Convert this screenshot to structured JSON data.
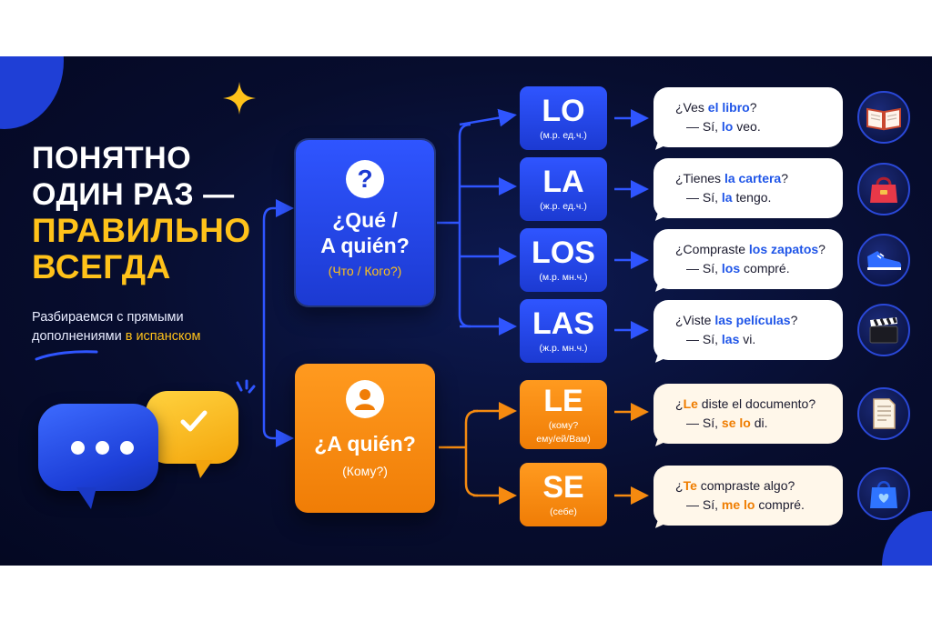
{
  "colors": {
    "background": "#070d2e",
    "accent_blue": "#2f55ff",
    "accent_orange": "#f58a10",
    "highlight_yellow": "#ffc21a"
  },
  "header": {
    "line1": "ПОНЯТНО",
    "line2": "ОДИН РАЗ —",
    "line3": "ПРАВИЛЬНО",
    "line4": "ВСЕГДА"
  },
  "subtitle": {
    "line1": "Разбираемся с прямыми",
    "line2_plain": "дополнениями",
    "line2_accent": "в испанском"
  },
  "direct_question": {
    "icon": "question-icon",
    "title_line1": "¿Qué /",
    "title_line2": "A quién?",
    "subtitle": "(Что / Кого?)"
  },
  "indirect_question": {
    "icon": "person-icon",
    "title": "¿A quién?",
    "subtitle": "(Кому?)"
  },
  "pronouns": [
    {
      "word": "LO",
      "meta1": "(м.р. ед.ч.)",
      "meta2": "",
      "color": "blue",
      "example": {
        "q_pre": "¿Ves ",
        "q_hl": "el libro",
        "q_post": "?",
        "a_pre": "— Sí, ",
        "a_hl": "lo",
        "a_mid": "",
        "a_hl2": "",
        "a_post": " veo."
      },
      "icon": "book-icon"
    },
    {
      "word": "LA",
      "meta1": "(ж.р. ед.ч.)",
      "meta2": "",
      "color": "blue",
      "example": {
        "q_pre": "¿Tienes ",
        "q_hl": "la cartera",
        "q_post": "?",
        "a_pre": "— Sí, ",
        "a_hl": "la",
        "a_mid": "",
        "a_hl2": "",
        "a_post": " tengo."
      },
      "icon": "handbag-icon"
    },
    {
      "word": "LOS",
      "meta1": "(м.р. мн.ч.)",
      "meta2": "",
      "color": "blue",
      "example": {
        "q_pre": "¿Compraste ",
        "q_hl": "los zapatos",
        "q_post": "?",
        "a_pre": "— Sí, ",
        "a_hl": "los",
        "a_mid": "",
        "a_hl2": "",
        "a_post": " compré."
      },
      "icon": "sneaker-icon"
    },
    {
      "word": "LAS",
      "meta1": "(ж.р. мн.ч.)",
      "meta2": "",
      "color": "blue",
      "example": {
        "q_pre": "¿Viste ",
        "q_hl": "las películas",
        "q_post": "?",
        "a_pre": "— Sí, ",
        "a_hl": "las",
        "a_mid": "",
        "a_hl2": "",
        "a_post": " vi."
      },
      "icon": "clapperboard-icon"
    },
    {
      "word": "LE",
      "meta1": "(кому?",
      "meta2": "ему/ей/Вам)",
      "color": "orange",
      "example": {
        "q_pre": "¿",
        "q_hl": "Le",
        "q_post": " diste el documento?",
        "a_pre": "— Sí, ",
        "a_hl": "se",
        "a_mid": " ",
        "a_hl2": "lo",
        "a_post": " di."
      },
      "icon": "document-icon"
    },
    {
      "word": "SE",
      "meta1": "(себе)",
      "meta2": "",
      "color": "orange",
      "example": {
        "q_pre": "¿",
        "q_hl": "Te",
        "q_post": " compraste algo?",
        "a_pre": "— Sí, ",
        "a_hl": "me",
        "a_mid": " ",
        "a_hl2": "lo",
        "a_post": " compré."
      },
      "icon": "shopping-bag-icon"
    }
  ]
}
